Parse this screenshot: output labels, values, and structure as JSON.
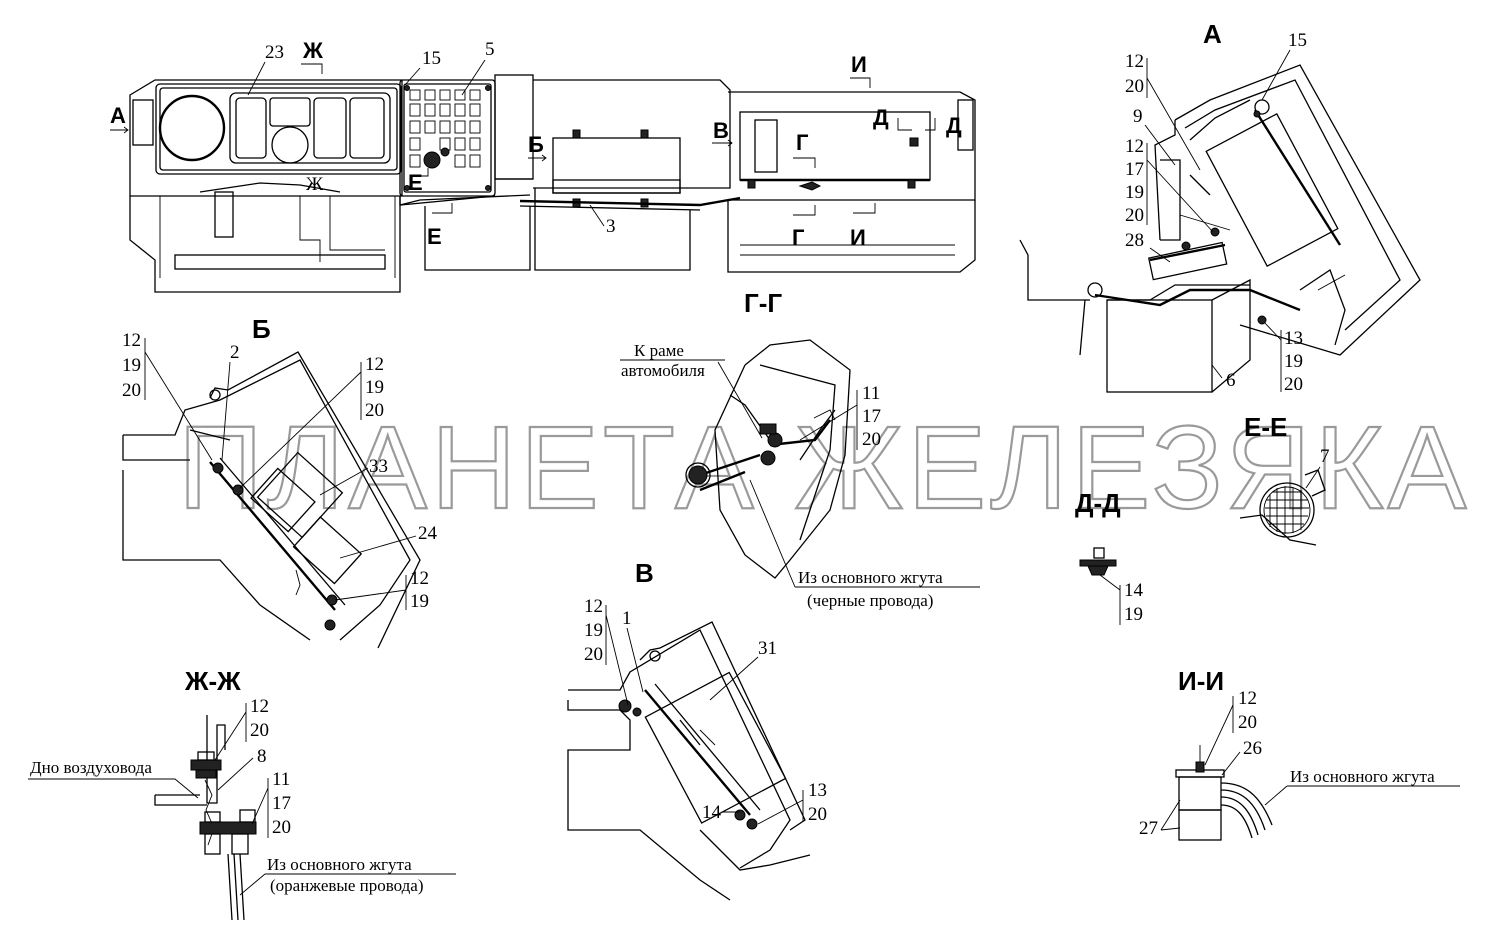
{
  "watermark": "ПЛАНЕТА ЖЕЛЕЗЯКА",
  "section_titles": {
    "A": "А",
    "B": "Б",
    "V": "В",
    "G": "Г-Г",
    "D": "Д-Д",
    "E": "Е-Е",
    "ZH": "Ж-Ж",
    "I": "И-И"
  },
  "cut_marks": {
    "a": "А",
    "zh": "Ж",
    "zh_small": "Ж",
    "i": "И",
    "b": "Б",
    "v": "В",
    "g": "Г",
    "g2": "Г",
    "d1": "Д",
    "d2": "Д",
    "e1": "Е",
    "e2": "Е",
    "i2": "И"
  },
  "labels": {
    "k_rame": "К раме",
    "avtomobilya": "автомобиля",
    "iz_zhguta": "Из основного жгута",
    "chernye": "(черные провода)",
    "dno": "Дно воздуховода",
    "oranzh": "(оранжевые провода)"
  },
  "callouts": {
    "main_23": "23",
    "main_15": "15",
    "main_5": "5",
    "main_3": "3",
    "a_15": "15",
    "a_12a": "12",
    "a_20a": "20",
    "a_9": "9",
    "a_12b": "12",
    "a_17": "17",
    "a_19": "19",
    "a_20b": "20",
    "a_28": "28",
    "a_13": "13",
    "a_19b": "19",
    "a_20c": "20",
    "a_6": "6",
    "b_12a": "12",
    "b_19a": "19",
    "b_20a": "20",
    "b_2": "2",
    "b_12b": "12",
    "b_19b": "19",
    "b_20b": "20",
    "b_33": "33",
    "b_24": "24",
    "b_12c": "12",
    "b_19c": "19",
    "g_11": "11",
    "g_17": "17",
    "g_20": "20",
    "e_7": "7",
    "d_14": "14",
    "d_19": "19",
    "v_12": "12",
    "v_19": "19",
    "v_20": "20",
    "v_1": "1",
    "v_31": "31",
    "v_14": "14",
    "v_13": "13",
    "v_20b": "20",
    "zh_12": "12",
    "zh_20": "20",
    "zh_8": "8",
    "zh_11": "11",
    "zh_17": "17",
    "zh_20b": "20",
    "i_12": "12",
    "i_20": "20",
    "i_26": "26",
    "i_27": "27"
  }
}
